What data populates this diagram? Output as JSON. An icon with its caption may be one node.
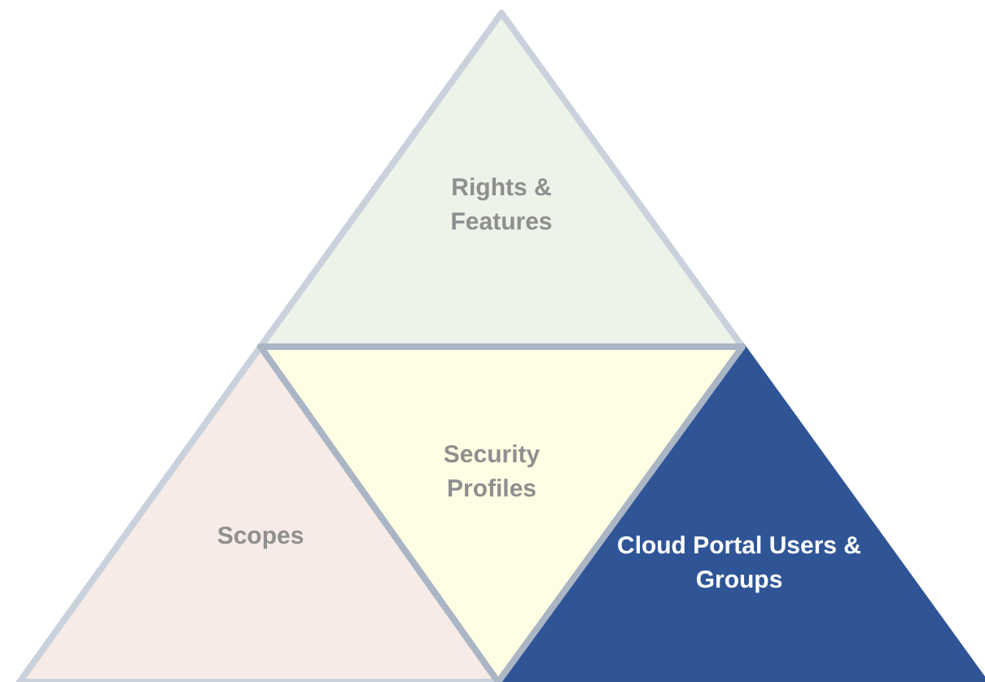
{
  "diagram": {
    "nodes": [
      {
        "text": [
          "Rights & Features"
        ]
      },
      {
        "text": [
          "Scopes"
        ]
      },
      {
        "text": [
          "Security Profiles"
        ]
      },
      {
        "text": [
          "Cloud Portal Users & Groups"
        ]
      }
    ]
  }
}
